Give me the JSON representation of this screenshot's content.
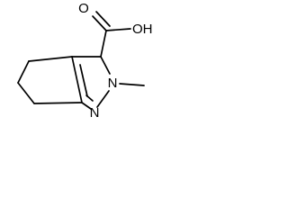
{
  "molecule": {
    "atoms": {
      "oh": "OH",
      "o": "O",
      "n_top": "N",
      "n_bottom": "N"
    },
    "colors": {
      "bond": "#000000",
      "text": "#000000",
      "background": "#ffffff"
    }
  }
}
